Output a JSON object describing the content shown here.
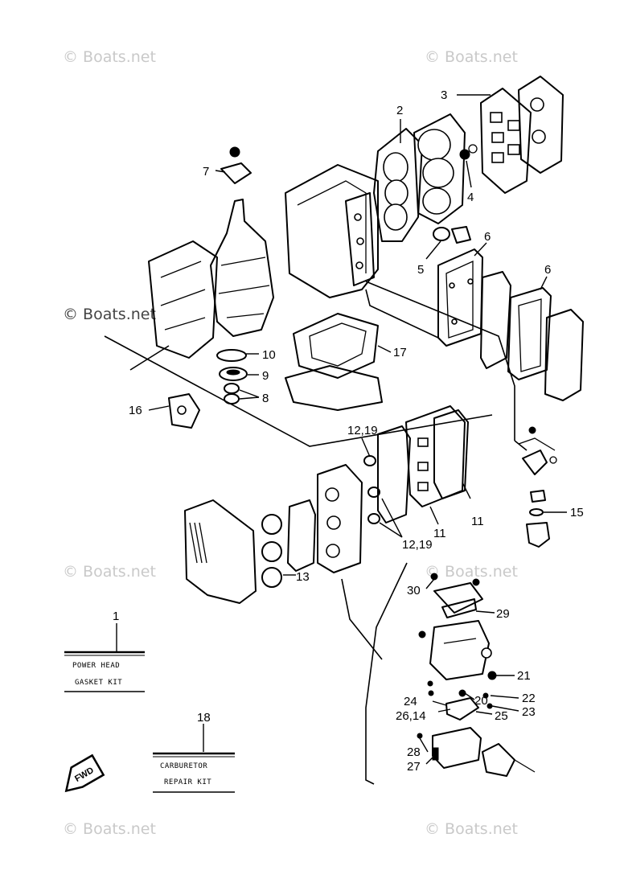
{
  "watermarks": [
    {
      "text": "© Boats.net",
      "tone": "light"
    },
    {
      "text": "© Boats.net",
      "tone": "light"
    },
    {
      "text": "© Boats.net",
      "tone": "dark"
    },
    {
      "text": "© Boats.net",
      "tone": "light"
    },
    {
      "text": "© Boats.net",
      "tone": "light"
    },
    {
      "text": "© Boats.net",
      "tone": "light"
    },
    {
      "text": "© Boats.net",
      "tone": "light"
    }
  ],
  "callouts": {
    "c1": "1",
    "c2": "2",
    "c3": "3",
    "c4": "4",
    "c5": "5",
    "c6a": "6",
    "c6b": "6",
    "c7": "7",
    "c8": "8",
    "c9": "9",
    "c10": "10",
    "c11a": "11",
    "c11b": "11",
    "c12a": "12,19",
    "c12b": "12,19",
    "c13": "13",
    "c15": "15",
    "c16": "16",
    "c17": "17",
    "c18": "18",
    "c20": "20",
    "c21": "21",
    "c22": "22",
    "c23": "23",
    "c24": "24",
    "c25": "25",
    "c26": "26,14",
    "c27": "27",
    "c28": "28",
    "c29": "29",
    "c30": "30"
  },
  "kits": {
    "power_head_line1": "POWER HEAD",
    "power_head_line2": "GASKET KIT",
    "carburetor_line1": "CARBURETOR",
    "carburetor_line2": "REPAIR KIT"
  },
  "fwd_label": "FWD",
  "colors": {
    "ink": "#000000",
    "watermark_light": "#c9c9c9",
    "watermark_dark": "#444444",
    "paper": "#ffffff"
  }
}
